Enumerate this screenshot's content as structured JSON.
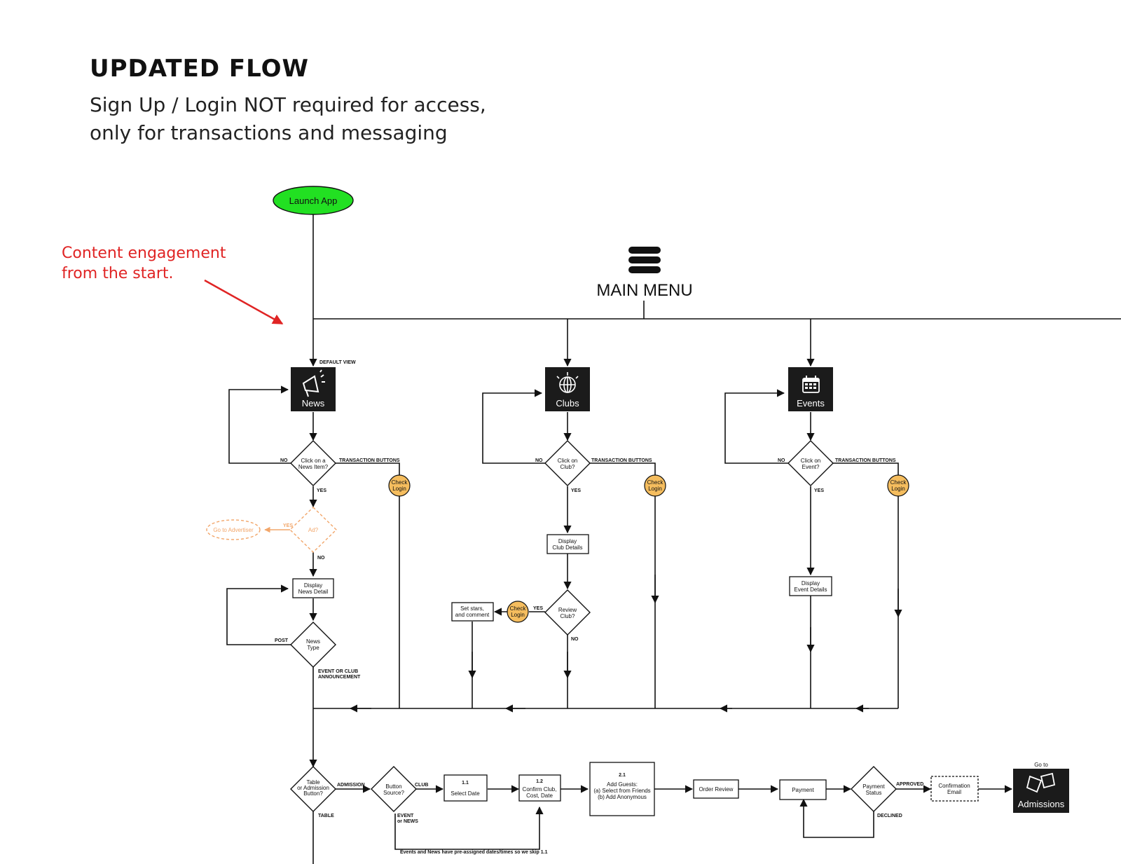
{
  "header": {
    "title": "UPDATED FLOW",
    "subtitle_line1": "Sign Up / Login NOT required for access,",
    "subtitle_line2": "only for transactions and messaging"
  },
  "callout": {
    "line1": "Content engagement",
    "line2": "from the start."
  },
  "colors": {
    "launch": "#22e022",
    "check_login": "#f5bd5e",
    "ad_branch": "#f2a66a",
    "callout": "#e02424",
    "tile": "#1b1b1b"
  },
  "nodes": {
    "launch": "Launch App",
    "main_menu": "MAIN MENU",
    "default_view": "DEFAULT VIEW",
    "news": "News",
    "clubs": "Clubs",
    "events": "Events",
    "news_decision_l1": "Click on a",
    "news_decision_l2": "News Item?",
    "club_decision_l1": "Click on",
    "club_decision_l2": "Club?",
    "event_decision_l1": "Click on",
    "event_decision_l2": "Event?",
    "no": "NO",
    "yes": "YES",
    "transaction_buttons": "TRANSACTION BUTTONS",
    "check_l1": "Check",
    "check_l2": "Login",
    "ad": "Ad?",
    "go_to_advertiser": "Go to Advertiser",
    "display_news_l1": "Display",
    "display_news_l2": "News Detail",
    "news_type_l1": "News",
    "news_type_l2": "Type",
    "post": "POST",
    "event_or_club_l1": "EVENT OR CLUB",
    "event_or_club_l2": "ANNOUNCEMENT",
    "display_club_l1": "Display",
    "display_club_l2": "Club Details",
    "review_club_l1": "Review",
    "review_club_l2": "Club?",
    "set_stars_l1": "Set stars,",
    "set_stars_l2": "and comment",
    "display_event_l1": "Display",
    "display_event_l2": "Event Details",
    "table_adm_l1": "Table",
    "table_adm_l2": "or Admission",
    "table_adm_l3": "Button?",
    "admission": "ADMISSION",
    "table": "TABLE",
    "button_source_l1": "Button",
    "button_source_l2": "Source?",
    "club": "CLUB",
    "event_or_news_l1": "EVENT",
    "event_or_news_l2": "or NEWS",
    "step_1_1": "1.1",
    "select_date": "Select Date",
    "step_1_2": "1.2",
    "confirm_l1": "Confirm Club,",
    "confirm_l2": "Cost, Date",
    "step_2_1": "2.1",
    "add_guests_l1": "Add Guests:",
    "add_guests_l2": "(a) Select from Friends",
    "add_guests_l3": "(b) Add Anonymous",
    "order_review": "Order Review",
    "payment": "Payment",
    "payment_status_l1": "Payment",
    "payment_status_l2": "Status",
    "approved": "APPROVED",
    "declined": "DECLINED",
    "confirmation_l1": "Confirmation",
    "confirmation_l2": "Email",
    "go_to": "Go to",
    "admissions": "Admissions",
    "skip_note": "Events and News have pre-assigned dates/times so we skip 1.1"
  }
}
